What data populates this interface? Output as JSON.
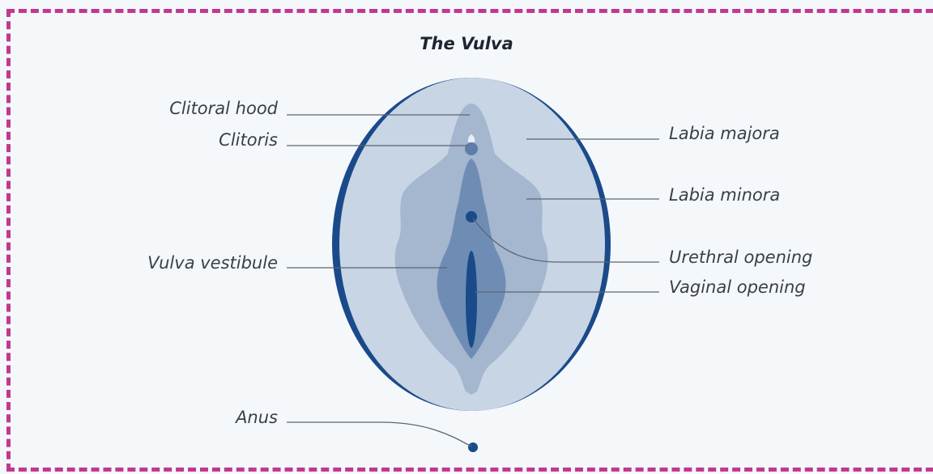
{
  "title": "The Vulva",
  "labels": {
    "clitoral_hood": "Clitoral hood",
    "clitoris": "Clitoris",
    "vulva_vestibule": "Vulva vestibule",
    "anus": "Anus",
    "labia_majora": "Labia majora",
    "labia_minora": "Labia minora",
    "urethral_opening": "Urethral opening",
    "vaginal_opening": "Vaginal opening"
  },
  "colors": {
    "border": "#c2388f",
    "outer": "#c8d5e4",
    "minora": "#a5b6cf",
    "vestibule": "#6f8db4",
    "dark": "#1a4a8a",
    "leader": "#5d6470"
  }
}
